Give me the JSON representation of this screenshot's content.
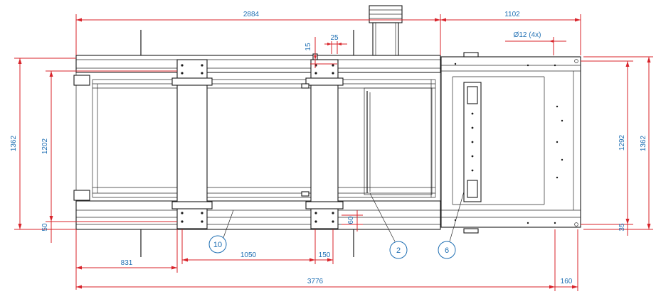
{
  "dimensions": {
    "top_length": "2884",
    "top_right": "1102",
    "hole_spec": "Ø12 (4x)",
    "small_15": "15",
    "small_25": "25",
    "left_outer": "1362",
    "left_inner": "1202",
    "left_bottom": "50",
    "right_inner": "1292",
    "right_outer": "1362",
    "right_bottom": "35",
    "bottom_831": "831",
    "bottom_1050": "1050",
    "bottom_150": "150",
    "bottom_60": "60",
    "overall": "3776",
    "bottom_right": "160"
  },
  "callouts": {
    "c10": "10",
    "c2": "2",
    "c6": "6"
  },
  "colors": {
    "dimension_lines": "#d8232a",
    "dimension_text": "#1f6fb3",
    "outline": "#1a1a1a"
  }
}
